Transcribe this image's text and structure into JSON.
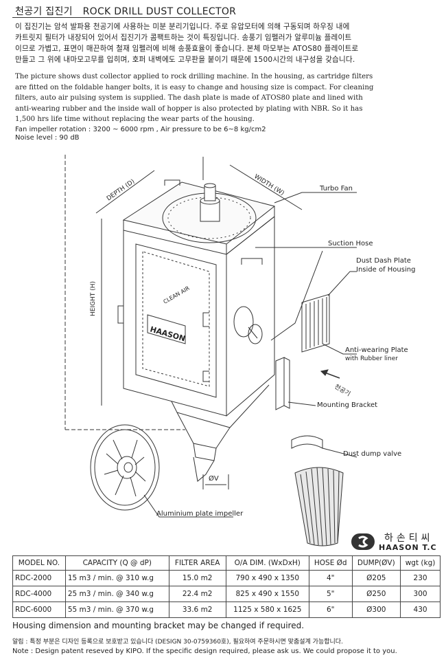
{
  "header": {
    "title_kr": "천공기 집진기",
    "title_en": "ROCK DRILL DUST COLLECTOR"
  },
  "intro": {
    "kr_lines": [
      "이 집진기는 암석 발파용 천공기에 사용하는 미분 분리기입니다. 주로 유압모터에 의해 구동되며 하우징 내에",
      "카트릿지 필터가 내장되어 있어서 집진기가 콤팩트하는 것이 특징입니다. 송풍기 임펠러가 알루미늄 플레이트",
      "이므로 가볍고, 표면이 매끈하여 철재 임펠러에 비해 송풍효율이 좋습니다. 본체 마모부는 ATOS80 플레이트로",
      "만들고 그 위에 내마모고무를 입히며, 호퍼 내벽에도 고무판을 붙이기 때문에 1500시간의 내구성을 갖습니다."
    ],
    "en_lines": [
      "The picture shows dust collector applied to rock drilling machine. In the housing, as cartridge filters",
      "are fitted on the foldable hanger bolts, it is easy to change and housing size is compact.  For cleaning",
      "filters, auto air pulsing system is supplied. The dash plate is made of ATOS80 plate and lined with",
      "anti-wearing rubber and the inside wall of hopper is also protected by plating with NBR. So it has",
      "1,500 hrs life time without replacing the wear parts of the housing."
    ],
    "spec_line": "Fan impeller rotation : 3200 ~ 6000 rpm , Air pressure to be 6~8 kg/cm2",
    "noise_line": "Noise level : 90 dB"
  },
  "diagram": {
    "depth_label": "DEPTH (D)",
    "width_label": "WIDTH (W)",
    "height_label": "HEIGHT (H)",
    "clean_air_label": "CLEAN AIR",
    "brand_plate": "HAASON",
    "dump_dim_label": "ØV",
    "callouts": {
      "turbo_fan": "Turbo Fan",
      "suction_hose": "Suction Hose",
      "dash_plate_1": "Dust Dash Plate",
      "dash_plate_2": "Inside of Housing",
      "anti_wear_1": "Anti-wearing Plate",
      "anti_wear_2": "with Rubber liner",
      "drill_kr": "천공기",
      "mounting_bracket": "Mounting Bracket",
      "dump_valve": "Dust dump valve",
      "impeller": "Aluminium plate impeller"
    }
  },
  "logo": {
    "kr": "하손티씨",
    "en": "HAASON T.C"
  },
  "table": {
    "headers": [
      "MODEL NO.",
      "CAPACITY (Q @ dP)",
      "FILTER AREA",
      "O/A DIM. (WxDxH)",
      "HOSE Ød",
      "DUMP(ØV)",
      "wgt (kg)"
    ],
    "rows": [
      [
        "RDC-2000",
        "15 m3 / min. @ 310 w.g",
        "15.0 m2",
        "790 x 490 x 1350",
        "4\"",
        "Ø205",
        "230"
      ],
      [
        "RDC-4000",
        "25 m3 / min. @ 340 w.g",
        "22.4 m2",
        "825 x 490 x 1550",
        "5\"",
        "Ø250",
        "300"
      ],
      [
        "RDC-6000",
        "55 m3 / min. @ 370 w.g",
        "33.6 m2",
        "1125 x 580 x 1625",
        "6\"",
        "Ø300",
        "430"
      ]
    ]
  },
  "footer": {
    "housing_note": "Housing dimension and mounting bracket may be changed if required.",
    "kr_note": "알림 : 특정 부분은 디자인 등록으로 보호받고 있습니다 (DESIGN 30-0759360호), 필요하여 주문하시면 맞춤설계 가능합니다.",
    "en_note": "Note : Design patent reseved by KIPO. If the specific design required, please ask us. We could propose it to you."
  }
}
